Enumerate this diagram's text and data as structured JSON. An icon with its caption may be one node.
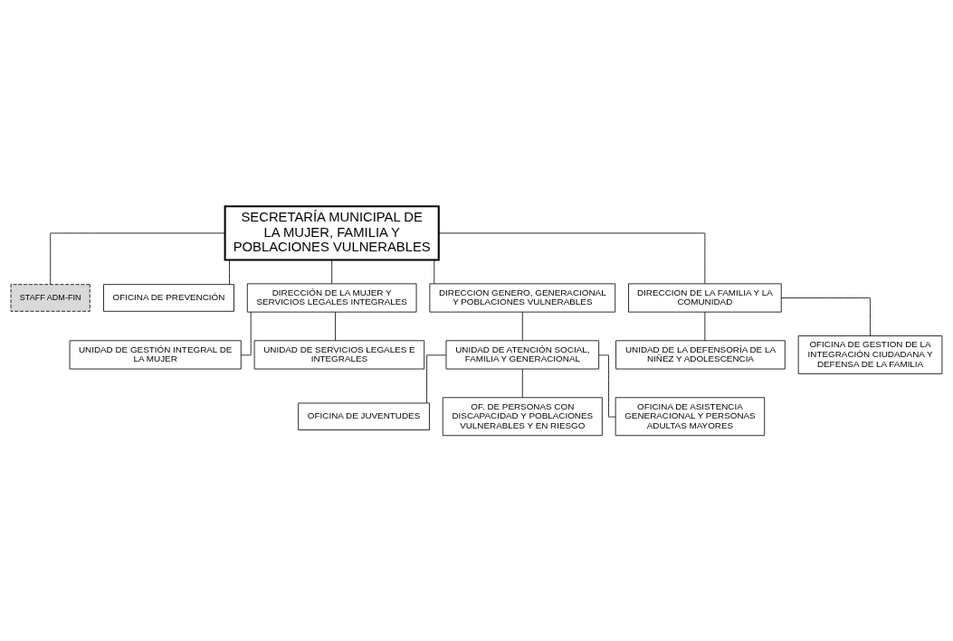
{
  "diagram": {
    "nodes": [
      {
        "text": [
          "SECRETARÍA MUNICIPAL DE LA MUJER, FAMILIA Y POBLACIONES VULNERABLES"
        ]
      },
      {
        "text": [
          "STAFF ADM-FIN"
        ]
      },
      {
        "text": [
          "OFICINA DE PREVENCIÓN"
        ]
      },
      {
        "text": [
          "DIRECCIÓN DE LA MUJER Y SERVICIOS LEGALES INTEGRALES"
        ]
      },
      {
        "text": [
          "DIRECCION GENERO, GENERACIONAL Y POBLACIONES VULNERABLES"
        ]
      },
      {
        "text": [
          "DIRECCION DE LA FAMILIA Y LA COMUNIDAD"
        ]
      },
      {
        "text": [
          "UNIDAD DE GESTIÓN INTEGRAL DE LA MUJER"
        ]
      },
      {
        "text": [
          "UNIDAD DE SERVICIOS LEGALES E INTEGRALES"
        ]
      },
      {
        "text": [
          "UNIDAD DE ATENCIÓN SOCIAL, FAMILIA Y GENERACIONAL"
        ]
      },
      {
        "text": [
          "OFICINA DE JUVENTUDES"
        ]
      },
      {
        "text": [
          "OF. DE PERSONAS CON DISCAPACIDAD Y POBLACIONES VULNERABLES Y EN RIESGO"
        ]
      },
      {
        "text": [
          "OFICINA DE ASISTENCIA GENERACIONAL Y PERSONAS ADULTAS MAYORES"
        ]
      },
      {
        "text": [
          "UNIDAD DE LA DEFENSORÍA DE LA NIÑEZ Y ADOLESCENCIA"
        ]
      },
      {
        "text": [
          "OFICINA DE GESTION DE LA INTEGRACIÓN CIUDADANA Y DEFENSA DE LA FAMILIA"
        ]
      }
    ],
    "edges": [
      {
        "from": 0,
        "to": 1,
        "arrow": "none"
      },
      {
        "from": 0,
        "to": 2,
        "arrow": "none"
      },
      {
        "from": 0,
        "to": 3,
        "arrow": "none"
      },
      {
        "from": 0,
        "to": 4,
        "arrow": "none"
      },
      {
        "from": 0,
        "to": 5,
        "arrow": "none"
      },
      {
        "from": 3,
        "to": 6,
        "arrow": "none"
      },
      {
        "from": 3,
        "to": 7,
        "arrow": "none"
      },
      {
        "from": 4,
        "to": 8,
        "arrow": "none"
      },
      {
        "from": 8,
        "to": 9,
        "arrow": "none"
      },
      {
        "from": 8,
        "to": 10,
        "arrow": "none"
      },
      {
        "from": 8,
        "to": 11,
        "arrow": "none"
      },
      {
        "from": 5,
        "to": 12,
        "arrow": "none"
      },
      {
        "from": 5,
        "to": 13,
        "arrow": "none"
      }
    ]
  }
}
